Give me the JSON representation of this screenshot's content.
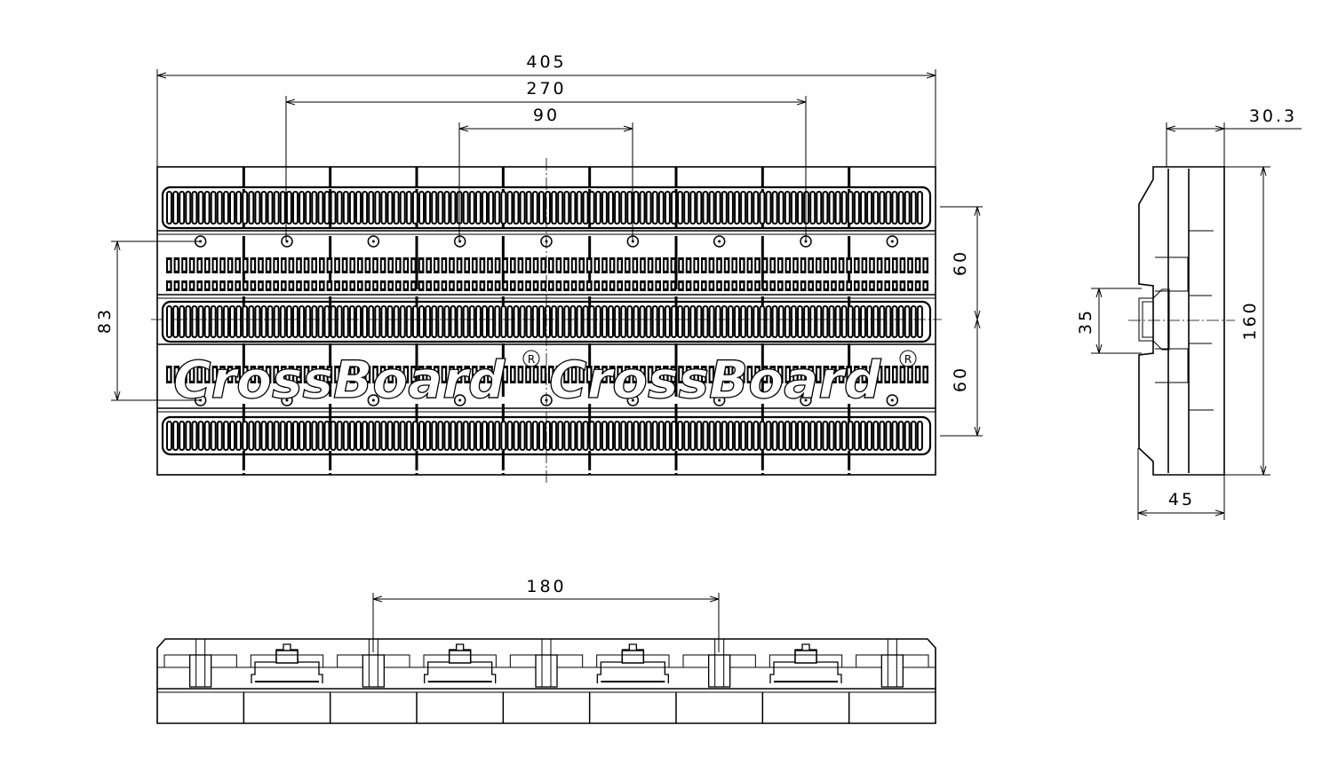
{
  "title": "CrossBoard dimension drawing",
  "logo_text": "CrossBoard",
  "registered_mark": "R",
  "dimensions": {
    "overall_length": "405",
    "mount_span": "270",
    "mount_pitch": "90",
    "row_spacing": "83",
    "upper_half": "60",
    "lower_half": "60",
    "depth_top": "30.3",
    "height": "160",
    "din_rail": "35",
    "depth_total": "45",
    "rail_clip_span": "180"
  },
  "segments": 9
}
